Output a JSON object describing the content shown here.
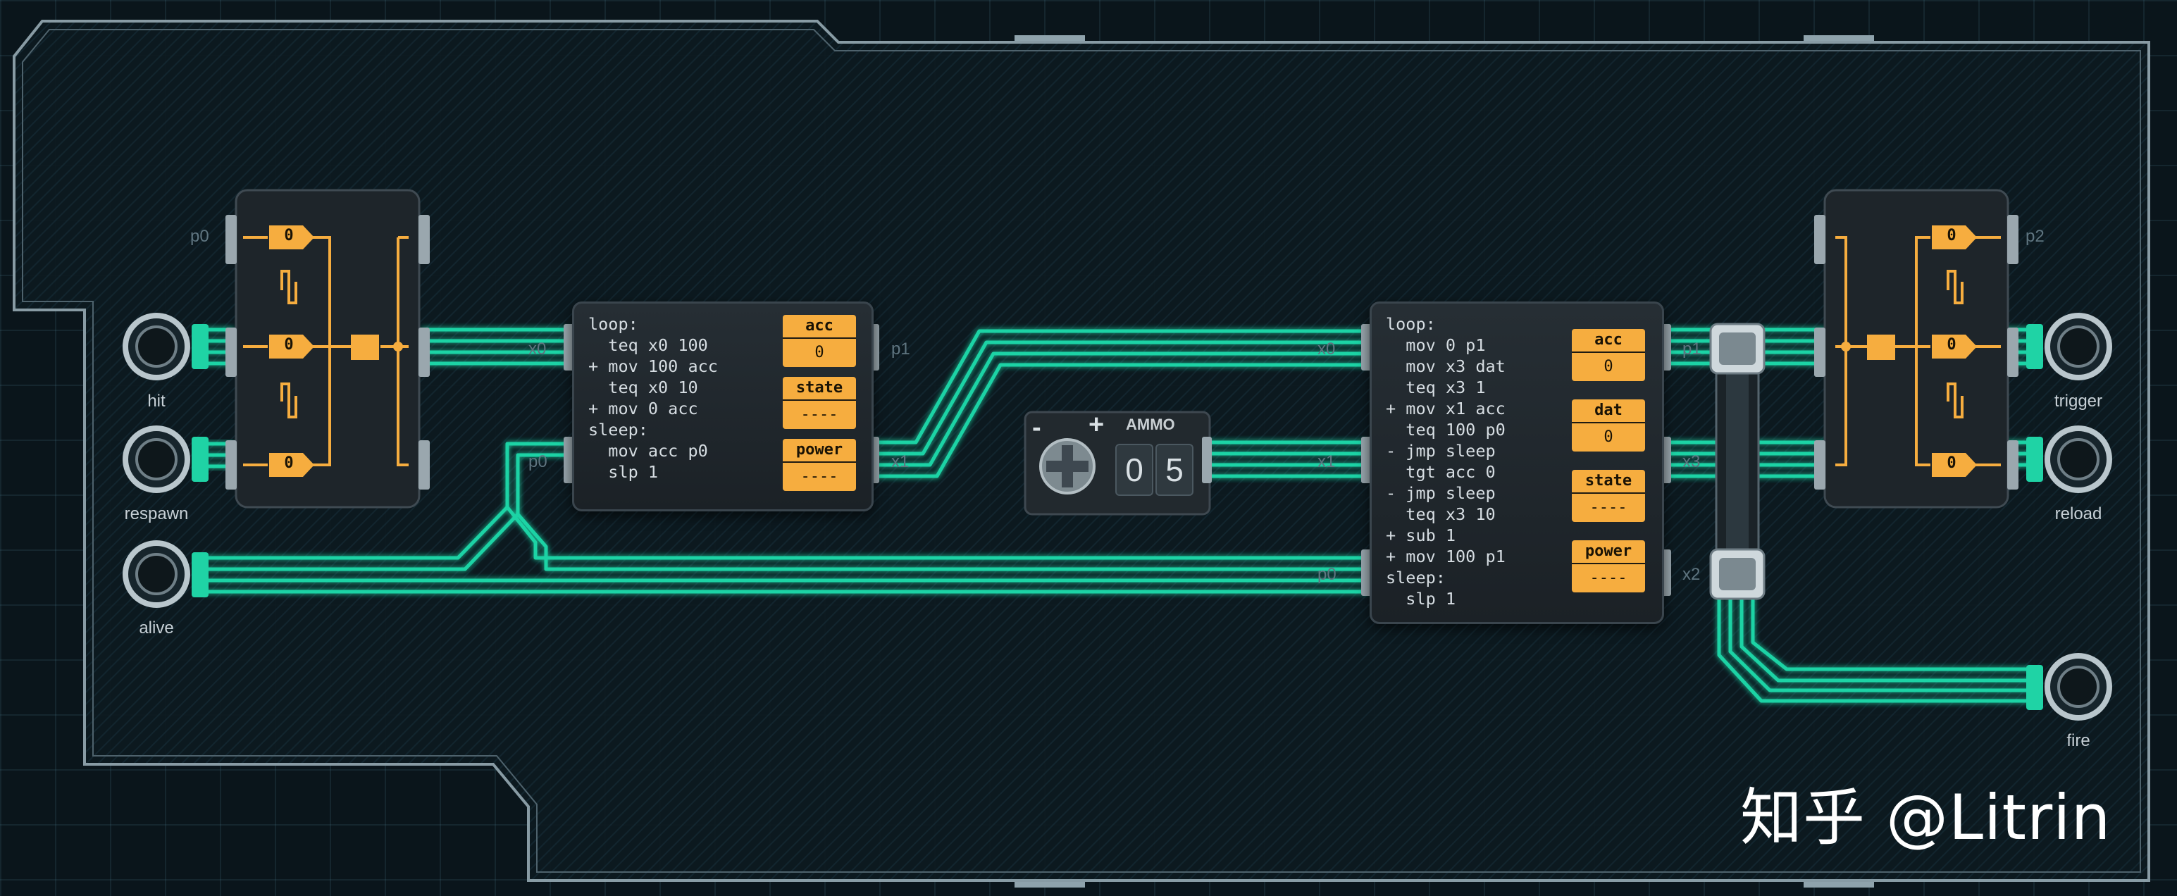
{
  "pins": {
    "hit": "hit",
    "respawn": "respawn",
    "alive": "alive",
    "trigger": "trigger",
    "reload": "reload",
    "fire": "fire"
  },
  "port_labels": {
    "left_router_p0": "p0",
    "right_router_p2": "p2",
    "mc1_x0": "x0",
    "mc1_p0": "p0",
    "mc1_p1": "p1",
    "mc1_x1": "x1",
    "mc2_x0": "x0",
    "mc2_x1": "x1",
    "mc2_p0": "p0",
    "mc2_p1": "p1",
    "mc2_x3": "x3",
    "mc2_x2": "x2"
  },
  "router_left": {
    "gates": [
      "0",
      "0",
      "0"
    ]
  },
  "router_right": {
    "gates": [
      "0",
      "0",
      "0"
    ]
  },
  "mc1": {
    "code": "loop:\n  teq x0 100\n+ mov 100 acc\n  teq x0 10\n+ mov 0 acc\nsleep:\n  mov acc p0\n  slp 1",
    "registers": [
      {
        "name": "acc",
        "value": "0"
      },
      {
        "name": "state",
        "value": "----"
      },
      {
        "name": "power",
        "value": "----"
      }
    ]
  },
  "mc2": {
    "code": "loop:\n  mov 0 p1\n  mov x3 dat\n  teq x3 1\n+ mov x1 acc\n  teq 100 p0\n- jmp sleep\n  tgt acc 0\n- jmp sleep\n  teq x3 10\n+ sub 1\n+ mov 100 p1\nsleep:\n  slp 1",
    "registers": [
      {
        "name": "acc",
        "value": "0"
      },
      {
        "name": "dat",
        "value": "0"
      },
      {
        "name": "state",
        "value": "----"
      },
      {
        "name": "power",
        "value": "----"
      }
    ]
  },
  "ammo": {
    "title": "AMMO",
    "minus": "-",
    "plus": "+",
    "digits": [
      "0",
      "5"
    ]
  },
  "watermark": "知乎 @Litrin",
  "colors": {
    "wire": "#1fd3a5",
    "wire_dark": "#0b4a3e",
    "accent_orange": "#f6ad3f",
    "board_border": "#6b7f89"
  }
}
